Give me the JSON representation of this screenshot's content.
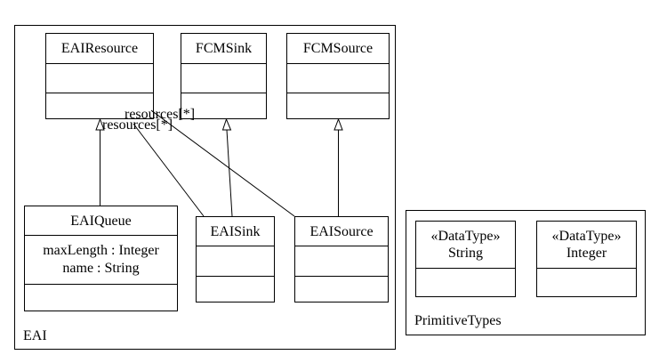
{
  "packages": {
    "eai": {
      "name": "EAI"
    },
    "primitive": {
      "name": "PrimitiveTypes"
    }
  },
  "classes": {
    "eai_resource": {
      "name": "EAIResource"
    },
    "fcm_sink": {
      "name": "FCMSink"
    },
    "fcm_source": {
      "name": "FCMSource"
    },
    "eai_queue": {
      "name": "EAIQueue",
      "attributes": [
        "maxLength : Integer",
        "name : String"
      ]
    },
    "eai_sink": {
      "name": "EAISink"
    },
    "eai_source": {
      "name": "EAISource"
    },
    "string_type": {
      "stereotype": "«DataType»",
      "name": "String"
    },
    "integer_type": {
      "stereotype": "«DataType»",
      "name": "Integer"
    }
  },
  "associations": {
    "sink_resources": "resources[*]",
    "source_resources": "resources[*]"
  }
}
